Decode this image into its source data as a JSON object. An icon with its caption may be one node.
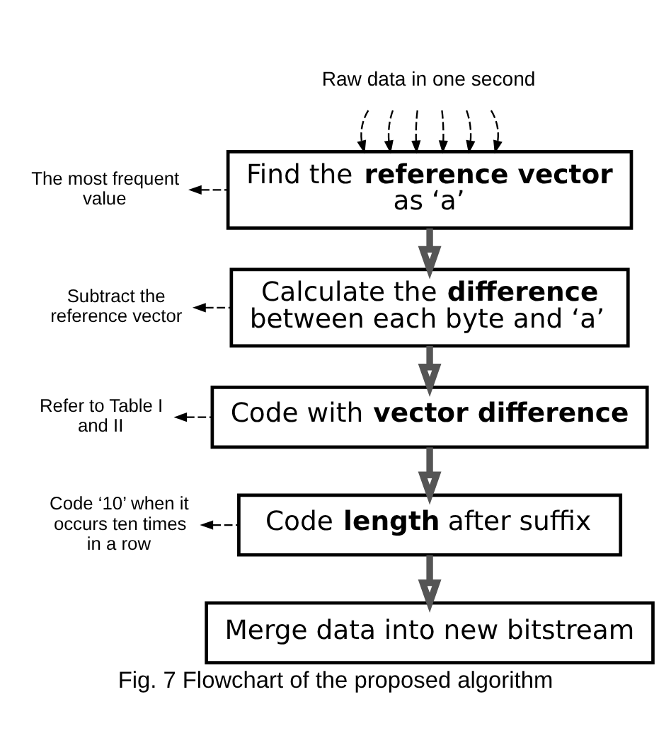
{
  "diagram": {
    "caption": "Fig. 7 Flowchart of the proposed algorithm",
    "nodes": [
      {
        "text": [
          "Raw data in one second"
        ]
      },
      {
        "text": [
          "Find the **reference vector** as ‘a’"
        ]
      },
      {
        "text": [
          "Calculate the **difference** between each byte and ‘a’"
        ]
      },
      {
        "text": [
          "Code with **vector difference**"
        ]
      },
      {
        "text": [
          "Code **length** after suffix"
        ]
      },
      {
        "text": [
          "Merge data into new bitstream"
        ]
      },
      {
        "text": [
          "The most frequent value"
        ]
      },
      {
        "text": [
          "Subtract the reference vector"
        ]
      },
      {
        "text": [
          "Refer to Table I and II"
        ]
      },
      {
        "text": [
          "Code ‘10’ when it occurs ten times in a row"
        ]
      }
    ],
    "edges": [
      {
        "from": 0,
        "to": 1,
        "arrow": "to",
        "style": "dashed"
      },
      {
        "from": 0,
        "to": 1,
        "arrow": "to",
        "style": "dashed"
      },
      {
        "from": 0,
        "to": 1,
        "arrow": "to",
        "style": "dashed"
      },
      {
        "from": 0,
        "to": 1,
        "arrow": "to",
        "style": "dashed"
      },
      {
        "from": 0,
        "to": 1,
        "arrow": "to",
        "style": "dashed"
      },
      {
        "from": 0,
        "to": 1,
        "arrow": "to",
        "style": "dashed"
      },
      {
        "from": 1,
        "to": 6,
        "arrow": "to",
        "style": "dashed"
      },
      {
        "from": 1,
        "to": 2,
        "arrow": "to",
        "style": "thick"
      },
      {
        "from": 2,
        "to": 7,
        "arrow": "to",
        "style": "dashed"
      },
      {
        "from": 2,
        "to": 3,
        "arrow": "to",
        "style": "thick"
      },
      {
        "from": 3,
        "to": 8,
        "arrow": "to",
        "style": "dashed"
      },
      {
        "from": 3,
        "to": 4,
        "arrow": "to",
        "style": "thick"
      },
      {
        "from": 4,
        "to": 9,
        "arrow": "to",
        "style": "dashed"
      },
      {
        "from": 4,
        "to": 5,
        "arrow": "to",
        "style": "thick"
      }
    ]
  }
}
